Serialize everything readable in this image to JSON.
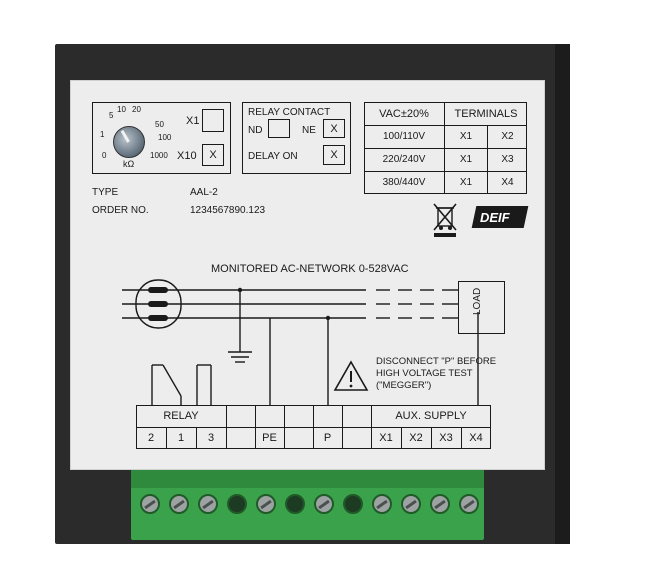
{
  "potentiometer": {
    "scale_left": [
      "5",
      "10",
      "20",
      "1",
      "0"
    ],
    "scale_right": [
      "50",
      "100",
      "1000"
    ],
    "unit": "kΩ"
  },
  "multiplier": {
    "x1_label": "X1",
    "x1_mark": "",
    "x10_label": "X10",
    "x10_mark": "X"
  },
  "relay_contact": {
    "title": "RELAY CONTACT",
    "nd_label": "ND",
    "nd_mark": "",
    "ne_label": "NE",
    "ne_mark": "X",
    "delay_label": "DELAY ON",
    "delay_mark": "X"
  },
  "voltage_table": {
    "headers": [
      "VAC±20%",
      "TERMINALS"
    ],
    "rows": [
      [
        "100/110V",
        "X1",
        "X2"
      ],
      [
        "220/240V",
        "X1",
        "X3"
      ],
      [
        "380/440V",
        "X1",
        "X4"
      ]
    ]
  },
  "product": {
    "type_label": "TYPE",
    "type_value": "AAL-2",
    "order_label": "ORDER NO.",
    "order_value": "1234567890.123"
  },
  "brand": "DEIF",
  "diagram": {
    "title": "MONITORED AC-NETWORK 0-528VAC",
    "load_label": "LOAD",
    "warning_lines": [
      "DISCONNECT \"P\" BEFORE",
      "HIGH VOLTAGE TEST",
      "(\"MEGGER\")"
    ],
    "relay_group": "RELAY",
    "aux_group": "AUX. SUPPLY",
    "terminals": [
      "2",
      "1",
      "3",
      "",
      "PE",
      "",
      "P",
      "",
      "X1",
      "X2",
      "X3",
      "X4"
    ]
  },
  "colors": {
    "plate": "#ecedec",
    "housing": "#2b2b2b",
    "terminal_block": "#3aa24a"
  }
}
